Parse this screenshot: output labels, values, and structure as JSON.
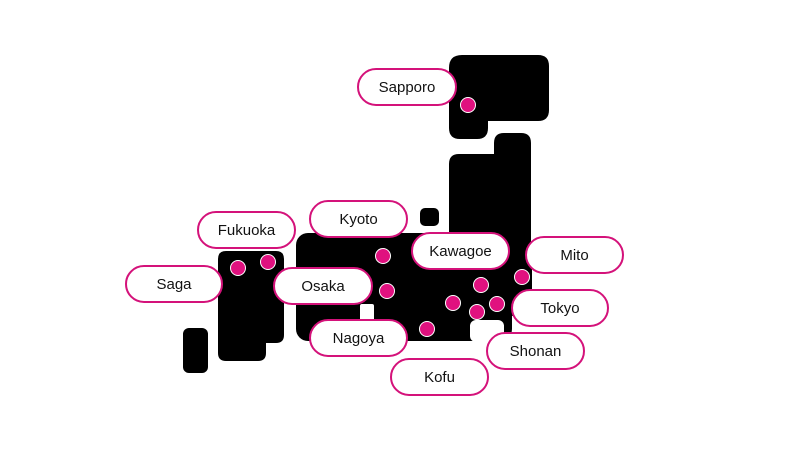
{
  "map": {
    "land_color": "#000000",
    "marker_color": "#e0117f",
    "label_border_color": "#d4127a"
  },
  "cities": [
    {
      "id": "sapporo",
      "name": "Sapporo"
    },
    {
      "id": "fukuoka",
      "name": "Fukuoka"
    },
    {
      "id": "saga",
      "name": "Saga"
    },
    {
      "id": "kyoto",
      "name": "Kyoto"
    },
    {
      "id": "osaka",
      "name": "Osaka"
    },
    {
      "id": "kawagoe",
      "name": "Kawagoe"
    },
    {
      "id": "mito",
      "name": "Mito"
    },
    {
      "id": "tokyo",
      "name": "Tokyo"
    },
    {
      "id": "nagoya",
      "name": "Nagoya"
    },
    {
      "id": "shonan",
      "name": "Shonan"
    },
    {
      "id": "kofu",
      "name": "Kofu"
    }
  ]
}
